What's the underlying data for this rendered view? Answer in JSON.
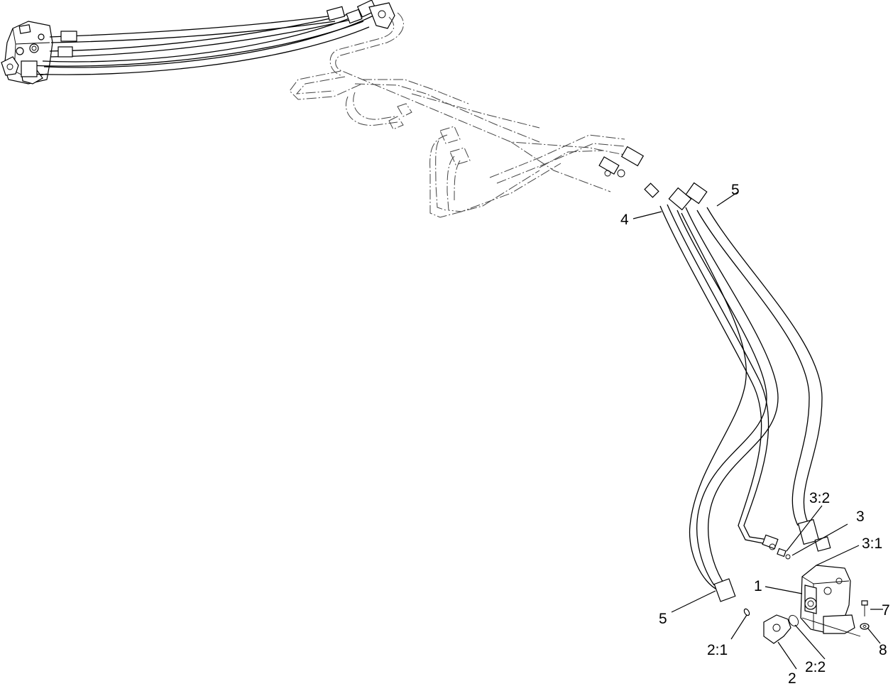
{
  "callouts": {
    "c_1": "1",
    "c_2": "2",
    "c_2_1": "2:1",
    "c_2_2": "2:2",
    "c_3": "3",
    "c_3_1": "3:1",
    "c_3_2": "3:2",
    "c_4": "4",
    "c_5_top": "5",
    "c_5_bottom": "5",
    "c_7": "7",
    "c_8": "8"
  }
}
